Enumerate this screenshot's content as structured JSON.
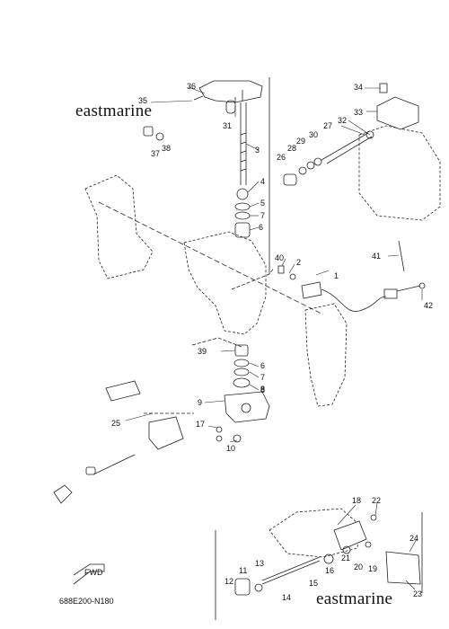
{
  "watermark_top": "eastmarine",
  "watermark_bottom": "eastmarine",
  "diagram_code": "688E200-N180",
  "fwd_label": "FWD",
  "callouts": [
    "1",
    "2",
    "3",
    "4",
    "5",
    "6",
    "7",
    "8",
    "9",
    "10",
    "11",
    "12",
    "13",
    "14",
    "15",
    "16",
    "17",
    "18",
    "19",
    "20",
    "21",
    "22",
    "23",
    "24",
    "25",
    "26",
    "27",
    "28",
    "29",
    "30",
    "31",
    "32",
    "33",
    "34",
    "35",
    "36",
    "37",
    "38",
    "39",
    "40",
    "41",
    "42"
  ],
  "bottom_callouts": [
    "6",
    "7",
    "8"
  ]
}
